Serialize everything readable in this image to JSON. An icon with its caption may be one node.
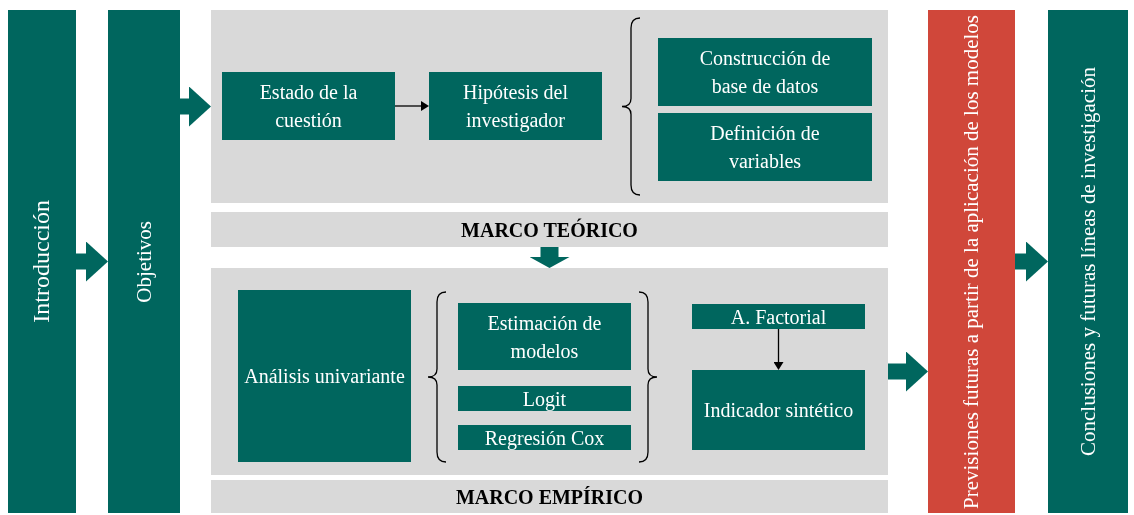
{
  "diagram": {
    "nodes": [
      {
        "text": [
          "Introducción"
        ]
      },
      {
        "text": [
          "Objetivos"
        ]
      },
      {
        "text": [],
        "shape": "box"
      },
      {
        "text": [
          "Estado de la cuestión"
        ],
        "in": 2
      },
      {
        "text": [
          "Hipótesis del investigador"
        ],
        "in": 2
      },
      {
        "text": [
          "Construcción de base de datos"
        ],
        "in": 2
      },
      {
        "text": [
          "Definición de variables"
        ],
        "in": 2
      },
      {
        "text": [
          "MARCO TEÓRICO"
        ]
      },
      {
        "text": [],
        "shape": "box"
      },
      {
        "text": [
          "Análisis univariante"
        ],
        "in": 8
      },
      {
        "text": [
          "Estimación de modelos"
        ],
        "in": 8
      },
      {
        "text": [
          "Logit"
        ],
        "in": 8
      },
      {
        "text": [
          "Regresión Cox"
        ],
        "in": 8
      },
      {
        "text": [
          "A. Factorial"
        ],
        "in": 8
      },
      {
        "text": [
          "Indicador sintético"
        ],
        "in": 8
      },
      {
        "text": [
          "MARCO EMPÍRICO"
        ]
      },
      {
        "text": [
          "Previsiones futuras a partir de la aplicación de los modelos"
        ]
      },
      {
        "text": [
          "Conclusiones y futuras líneas de investigación"
        ]
      }
    ],
    "edges": [
      {
        "from": 0,
        "to": 1,
        "arrow": "to"
      },
      {
        "from": 1,
        "to": 2,
        "arrow": "to"
      },
      {
        "from": 3,
        "to": 4,
        "arrow": "to",
        "color": "#000000"
      },
      {
        "from": 7,
        "to": 8,
        "arrow": "to"
      },
      {
        "from": 13,
        "to": 14,
        "arrow": "to",
        "color": "#000000"
      },
      {
        "from": 8,
        "to": 16,
        "arrow": "to"
      },
      {
        "from": 16,
        "to": 17,
        "arrow": "to"
      }
    ]
  }
}
